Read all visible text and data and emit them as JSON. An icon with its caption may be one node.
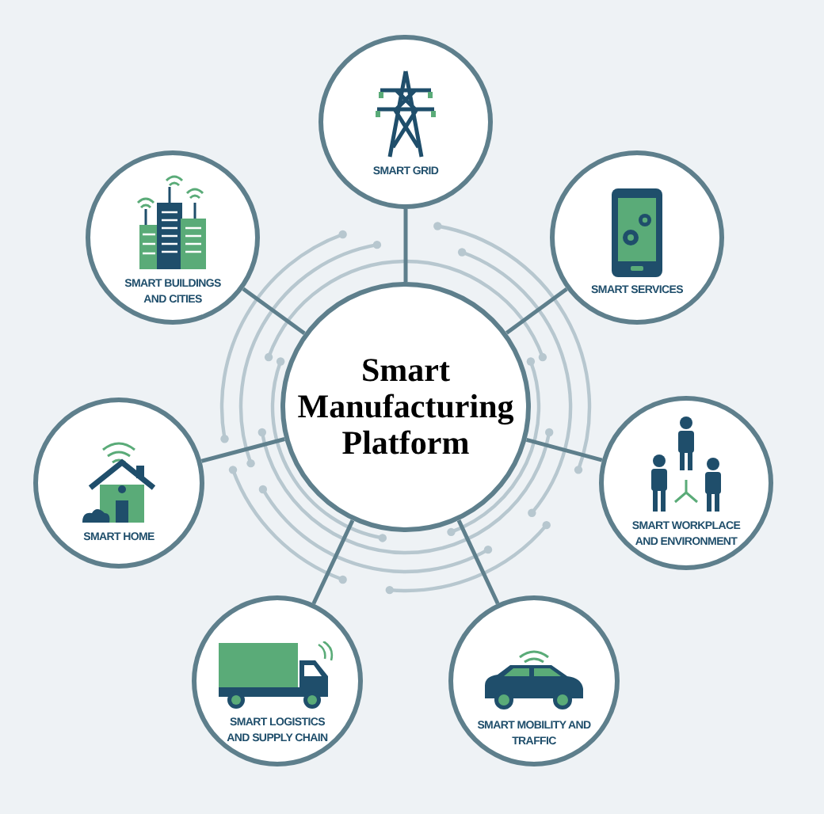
{
  "diagram": {
    "nodes": [
      {
        "text": [
          "Smart Manufacturing Platform"
        ]
      },
      {
        "text": [
          "SMART GRID"
        ]
      },
      {
        "text": [
          "SMART BUILDINGS AND CITIES"
        ]
      },
      {
        "text": [
          "SMART SERVICES"
        ]
      },
      {
        "text": [
          "SMART HOME"
        ]
      },
      {
        "text": [
          "SMART WORKPLACE AND ENVIRONMENT"
        ]
      },
      {
        "text": [
          "SMART LOGISTICS AND SUPPLY CHAIN"
        ]
      },
      {
        "text": [
          "SMART MOBILITY AND TRAFFIC"
        ]
      }
    ],
    "edges": [
      {
        "from": 0,
        "to": 1,
        "arrow": "none"
      },
      {
        "from": 0,
        "to": 2,
        "arrow": "none"
      },
      {
        "from": 0,
        "to": 3,
        "arrow": "none"
      },
      {
        "from": 0,
        "to": 4,
        "arrow": "none"
      },
      {
        "from": 0,
        "to": 5,
        "arrow": "none"
      },
      {
        "from": 0,
        "to": 6,
        "arrow": "none"
      },
      {
        "from": 0,
        "to": 7,
        "arrow": "none"
      }
    ]
  }
}
